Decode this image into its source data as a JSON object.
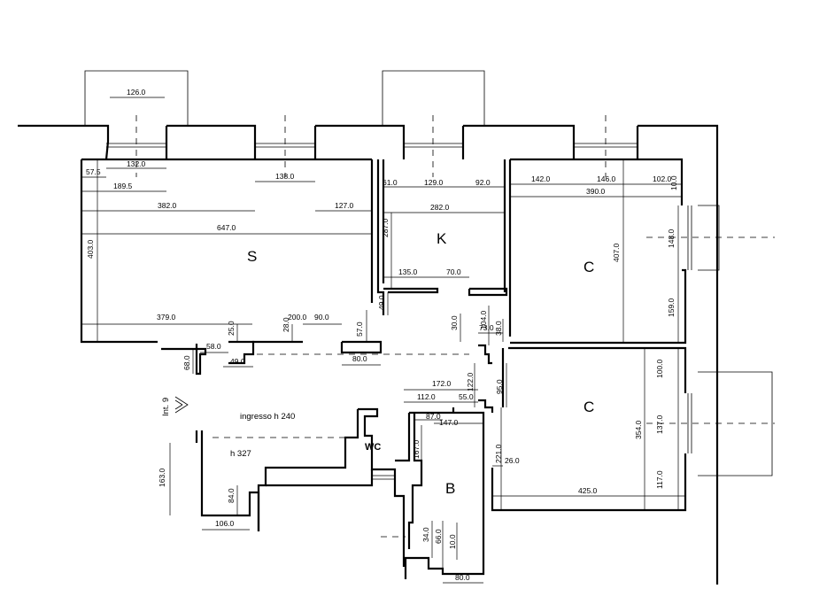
{
  "rooms": {
    "living": "S",
    "kitchen": "K",
    "bedroom_top": "C",
    "bedroom_bottom": "C",
    "bathroom": "B",
    "toilet": "WC"
  },
  "notes": {
    "entrance": "ingresso h 240",
    "height": "h 327",
    "unit": "Int. 9"
  },
  "dimensions": {
    "d126": "126.0",
    "d132": "132.0",
    "d57_5": "57.5",
    "d189_5": "189.5",
    "d138": "138.0",
    "d382": "382.0",
    "d127": "127.0",
    "d647": "647.0",
    "d403": "403.0",
    "d61": "61.0",
    "d129": "129.0",
    "d92": "92.0",
    "d282": "282.0",
    "d287": "287.0",
    "d135": "135.0",
    "d70": "70.0",
    "d49": "49.0",
    "d142": "142.0",
    "d146": "146.0",
    "d102": "102.0",
    "d10_top": "10.0",
    "d390": "390.0",
    "d407": "407.0",
    "d148": "148.0",
    "d159": "159.0",
    "d379": "379.0",
    "d25": "25.0",
    "d28": "28.0",
    "d200": "200.0",
    "d90": "90.0",
    "d57": "57.0",
    "d80_top": "80.0",
    "d58": "58.0",
    "d68": "68.0",
    "d49_b": "49.0",
    "d30": "30.0",
    "d104": "104.0",
    "d73": "73.0",
    "d38": "38.0",
    "d122": "122.0",
    "d172": "172.0",
    "d112": "112.0",
    "d55": "55.0",
    "d95": "95.0",
    "d100": "100.0",
    "d87": "87.0",
    "d147": "147.0",
    "d167": "167.0",
    "d221": "221.0",
    "d26": "26.0",
    "d354": "354.0",
    "d137": "137.0",
    "d425": "425.0",
    "d117": "117.0",
    "d163": "163.0",
    "d84": "84.0",
    "d106": "106.0",
    "d34": "34.0",
    "d66": "66.0",
    "d10_b": "10.0",
    "d80_bottom": "80.0"
  }
}
